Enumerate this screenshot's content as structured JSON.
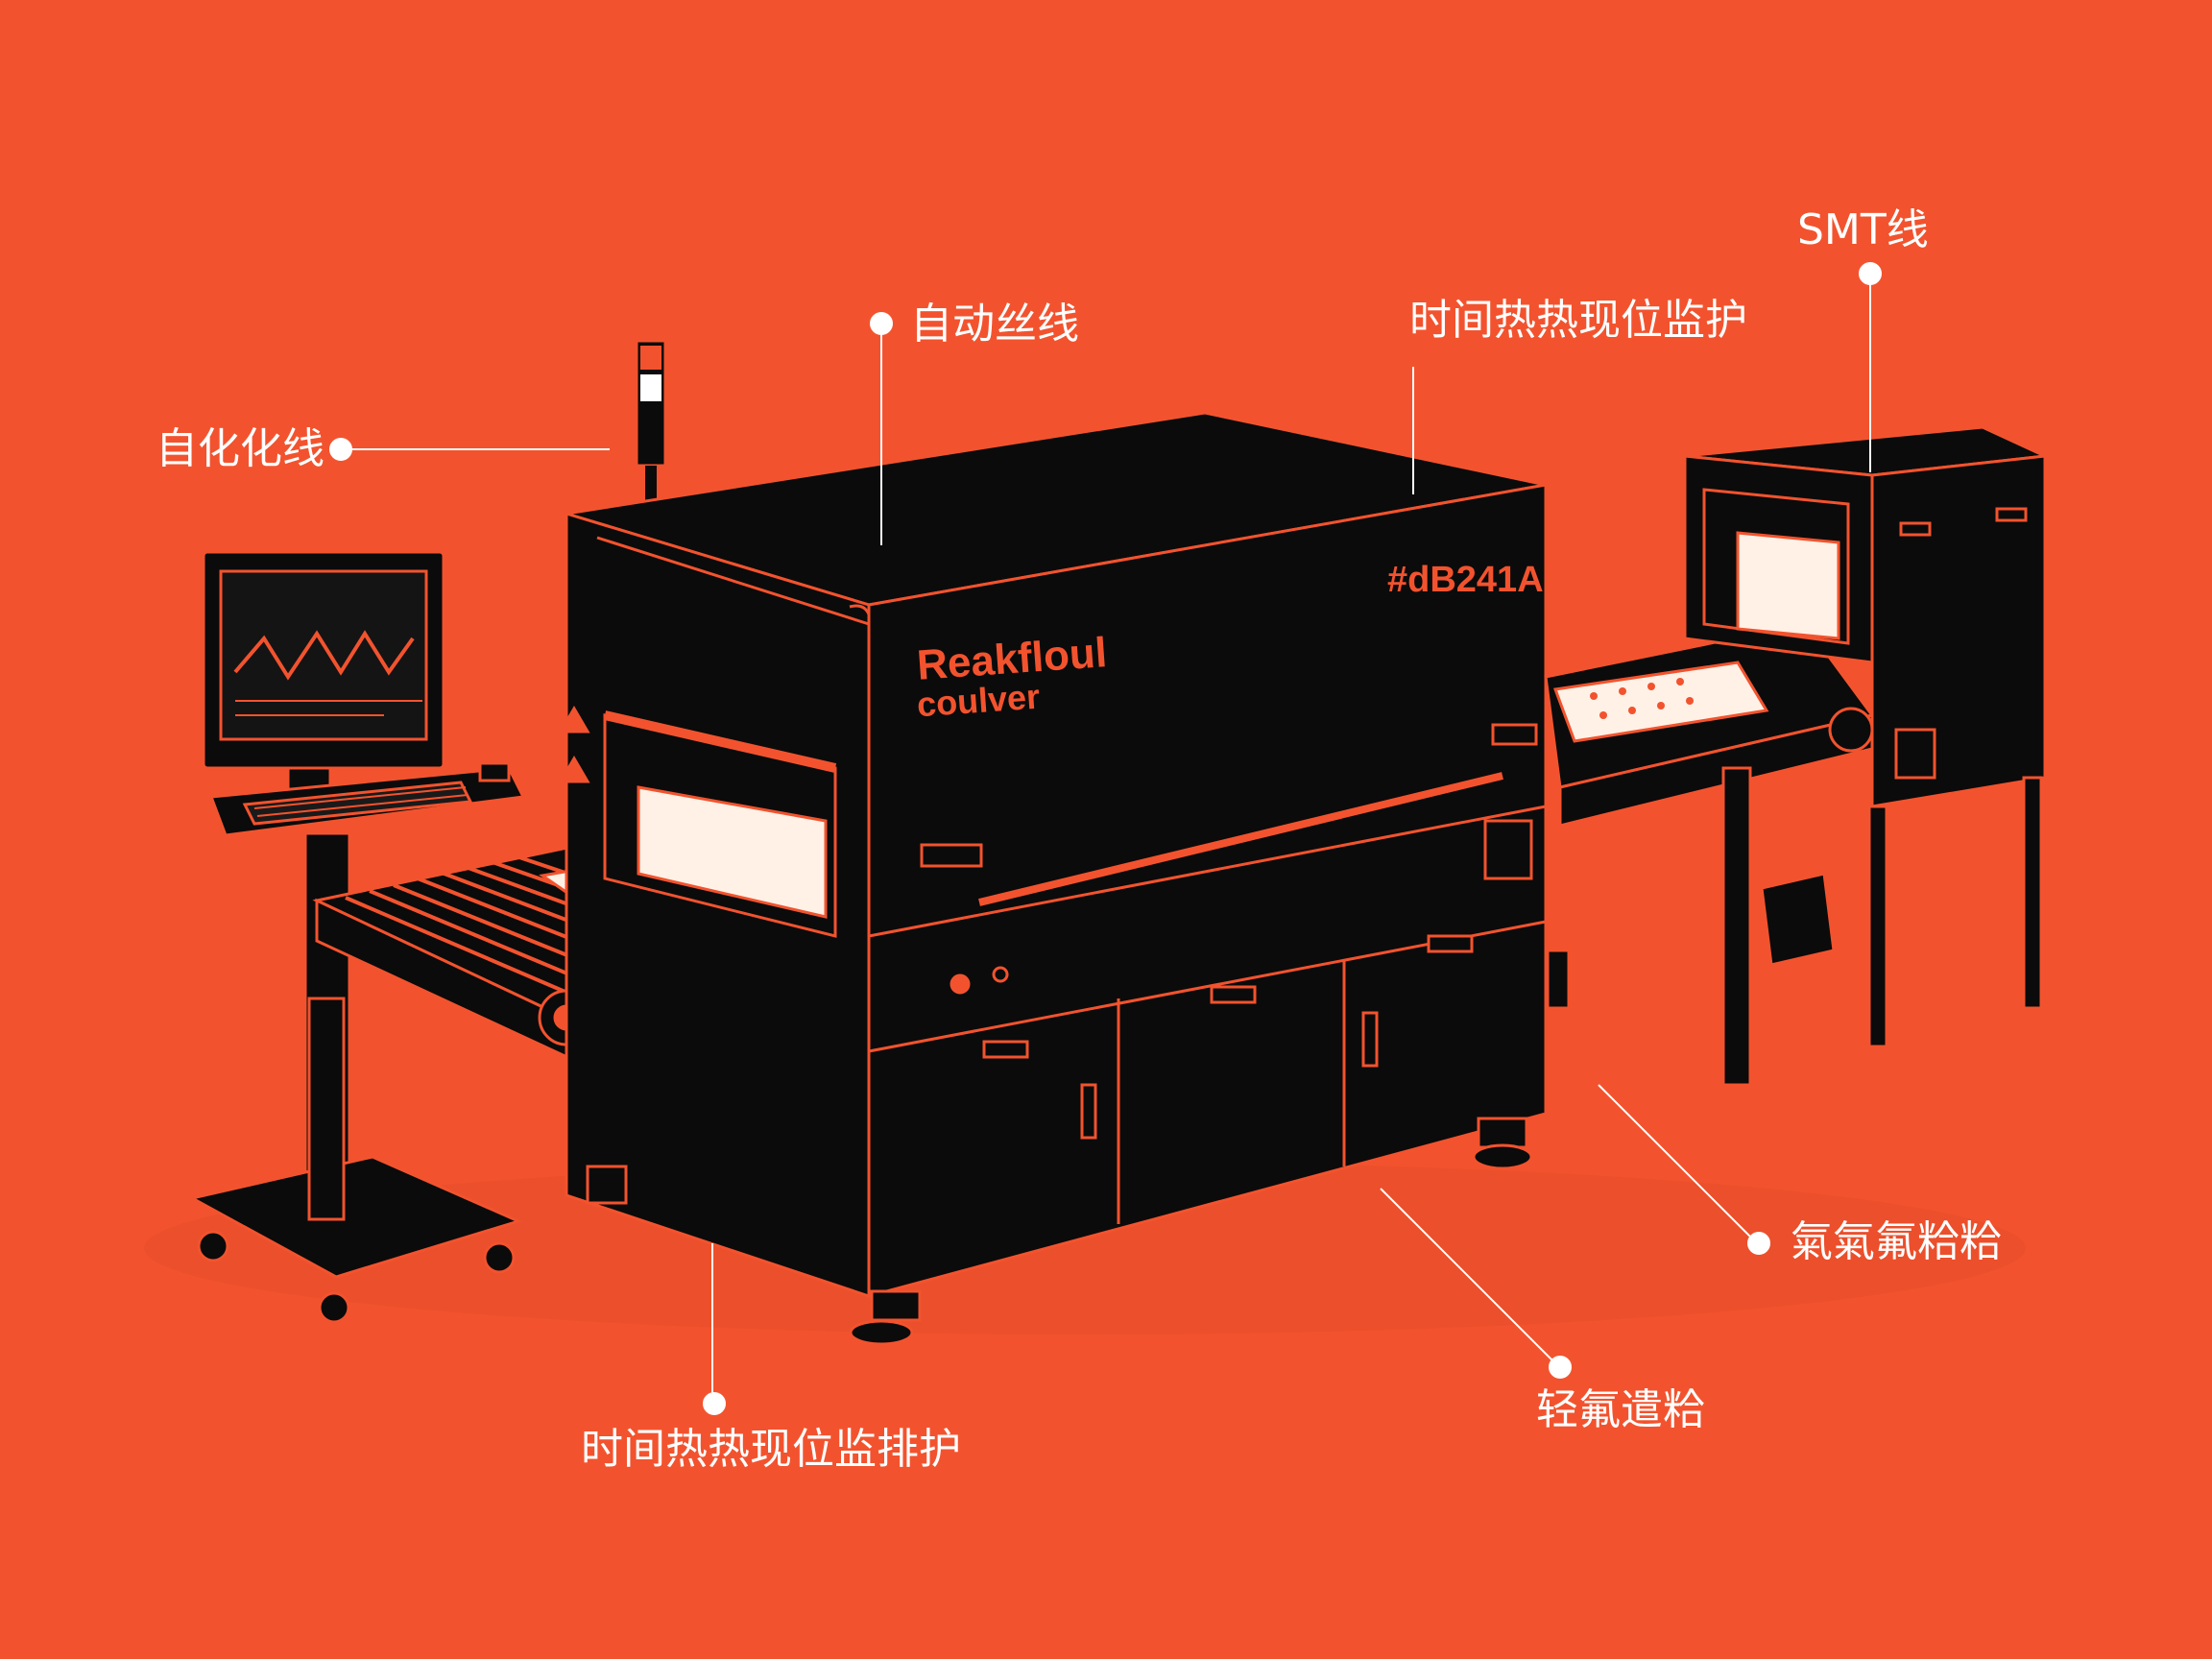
{
  "colors": {
    "background": "#F2532E",
    "machine": "#0B0B0B",
    "outline": "#F2532E",
    "callout": "#FFFFFF",
    "glow": "#FFF1E6"
  },
  "brand": {
    "name_line1": "Reakfloul",
    "name_line2": "coulver",
    "code": "#dB241A"
  },
  "callouts": [
    {
      "text": "自化化线",
      "icon": "callout-dot"
    },
    {
      "text": "自动丝线",
      "icon": "callout-dot"
    },
    {
      "text": "时间热热现位监护",
      "icon": "callout-dot"
    },
    {
      "text": "SMT线",
      "icon": "callout-dot"
    },
    {
      "text": "氣氣氟粭粭",
      "icon": "callout-dot"
    },
    {
      "text": "轻氟遣粭",
      "icon": "callout-dot"
    },
    {
      "text": "时间热热现位监排护",
      "icon": "callout-dot"
    }
  ]
}
